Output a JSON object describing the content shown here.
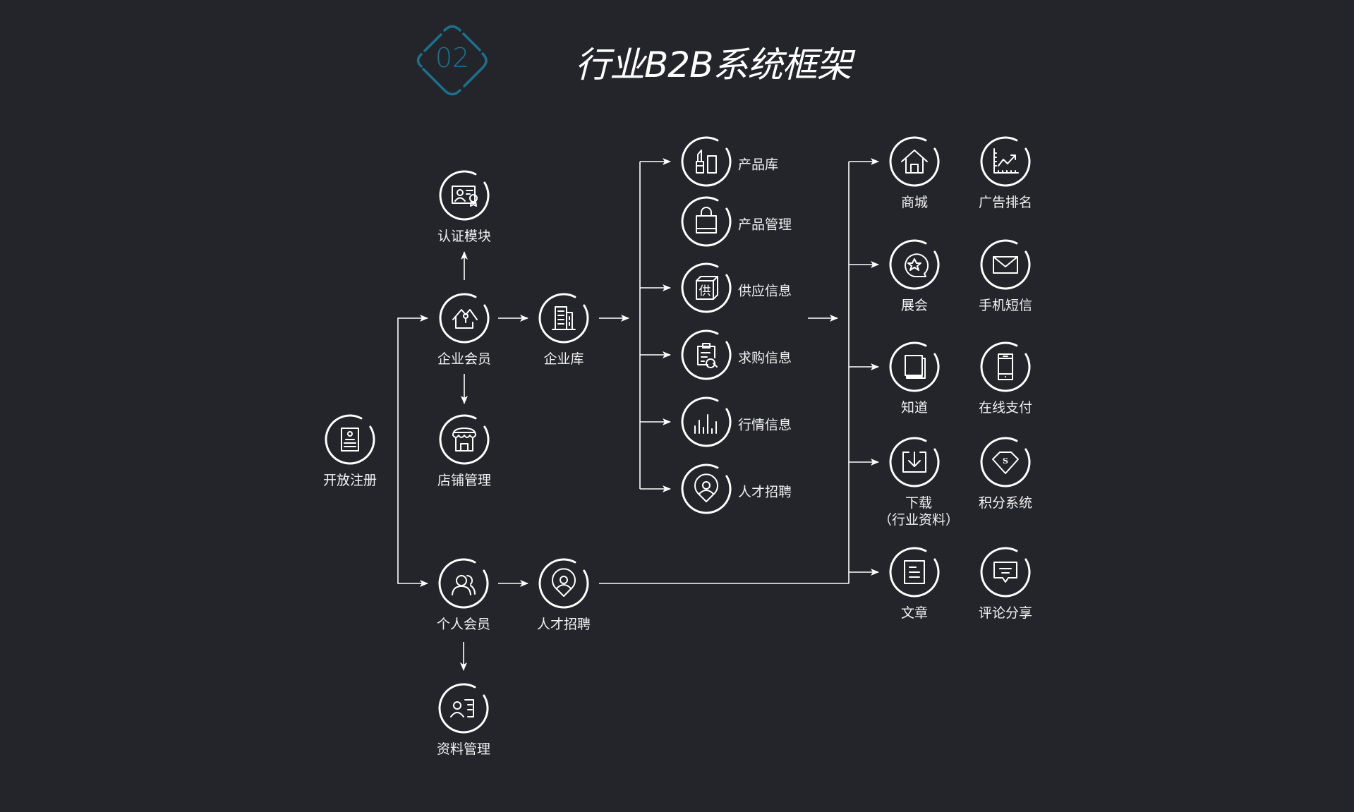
{
  "title": "行业B2B系统框架",
  "badge": {
    "number": "02",
    "color": "#1d6f8c"
  },
  "colors": {
    "background": "#24252b",
    "line": "#ffffff",
    "text": "#f2f2f2"
  },
  "nodes": {
    "register": {
      "label": "开放注册",
      "icon": "id-card-icon"
    },
    "enterprise_member": {
      "label": "企业会员",
      "icon": "house-user-icon"
    },
    "certification": {
      "label": "认证模块",
      "icon": "certificate-icon"
    },
    "store_management": {
      "label": "店铺管理",
      "icon": "store-icon"
    },
    "enterprise_library": {
      "label": "企业库",
      "icon": "building-icon"
    },
    "personal_member": {
      "label": "个人会员",
      "icon": "users-icon"
    },
    "talent_recruit_personal": {
      "label": "人才招聘",
      "icon": "location-user-icon"
    },
    "profile_management": {
      "label": "资料管理",
      "icon": "profile-list-icon"
    }
  },
  "middle_column": [
    {
      "label": "产品库",
      "icon": "lipstick-products-icon"
    },
    {
      "label": "产品管理",
      "icon": "shopping-bag-icon"
    },
    {
      "label": "供应信息",
      "icon": "supply-box-icon"
    },
    {
      "label": "求购信息",
      "icon": "clipboard-search-icon"
    },
    {
      "label": "行情信息",
      "icon": "bar-chart-icon"
    },
    {
      "label": "人才招聘",
      "icon": "location-user-icon"
    }
  ],
  "right_grid": [
    {
      "label": "商城",
      "icon": "home-icon"
    },
    {
      "label": "广告排名",
      "icon": "trend-chart-icon"
    },
    {
      "label": "展会",
      "icon": "star-bubble-icon"
    },
    {
      "label": "手机短信",
      "icon": "envelope-icon"
    },
    {
      "label": "知道",
      "icon": "book-icon"
    },
    {
      "label": "在线支付",
      "icon": "mobile-phone-icon"
    },
    {
      "label": "下载",
      "sublabel": "（行业资料）",
      "icon": "download-icon"
    },
    {
      "label": "积分系统",
      "icon": "diamond-points-icon"
    },
    {
      "label": "文章",
      "icon": "document-icon"
    },
    {
      "label": "评论分享",
      "icon": "comment-icon"
    }
  ]
}
